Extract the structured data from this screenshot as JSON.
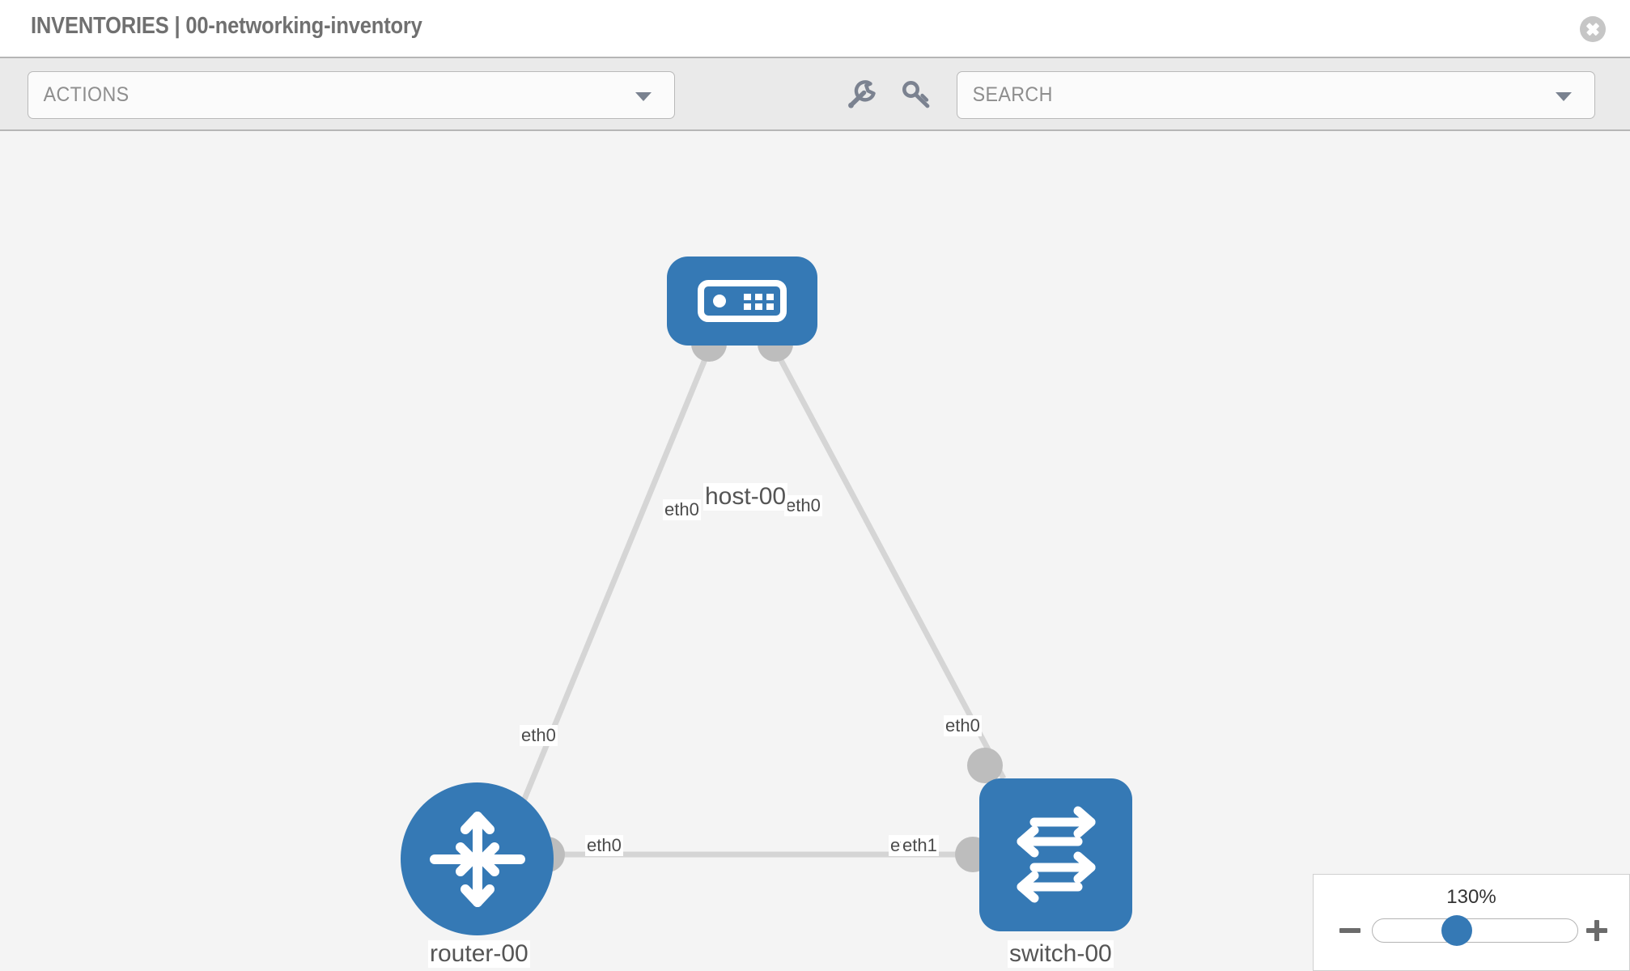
{
  "header": {
    "title": "INVENTORIES | 00-networking-inventory",
    "close_icon": "close-circle-icon"
  },
  "toolbar": {
    "actions_label": "ACTIONS",
    "actions_caret_icon": "chevron-down-icon",
    "wrench_icon": "wrench-icon",
    "key_icon": "key-icon",
    "search_placeholder": "SEARCH",
    "search_caret_icon": "chevron-down-icon"
  },
  "topology": {
    "nodes": [
      {
        "id": "host-00",
        "label": "host-00",
        "icon": "server-icon",
        "shape": "rounded-rect",
        "color": "#3579b5"
      },
      {
        "id": "router-00",
        "label": "router-00",
        "icon": "router-arrows-icon",
        "shape": "circle",
        "color": "#3579b5"
      },
      {
        "id": "switch-00",
        "label": "switch-00",
        "icon": "switch-arrows-icon",
        "shape": "rounded-square",
        "color": "#3579b5"
      }
    ],
    "links": [
      {
        "from": "host-00",
        "from_iface": "eth0",
        "to": "router-00",
        "to_iface": "eth0"
      },
      {
        "from": "host-00",
        "from_iface": "eth0",
        "to": "switch-00",
        "to_iface": "eth0"
      },
      {
        "from": "router-00",
        "from_iface": "eth0",
        "to": "switch-00",
        "to_iface": "eth1"
      }
    ],
    "interface_labels": {
      "host_left": "eth0",
      "host_right": "eth0",
      "router_up": "eth0",
      "switch_up": "eth0",
      "router_right": "eth0",
      "switch_left_hidden": "eth0",
      "switch_left": "eth1"
    },
    "link_color": "#d5d5d5",
    "connector_color": "#bdbdbd"
  },
  "zoom_control": {
    "value": "130%",
    "minus_label": "minus-icon",
    "plus_label": "plus-icon"
  }
}
